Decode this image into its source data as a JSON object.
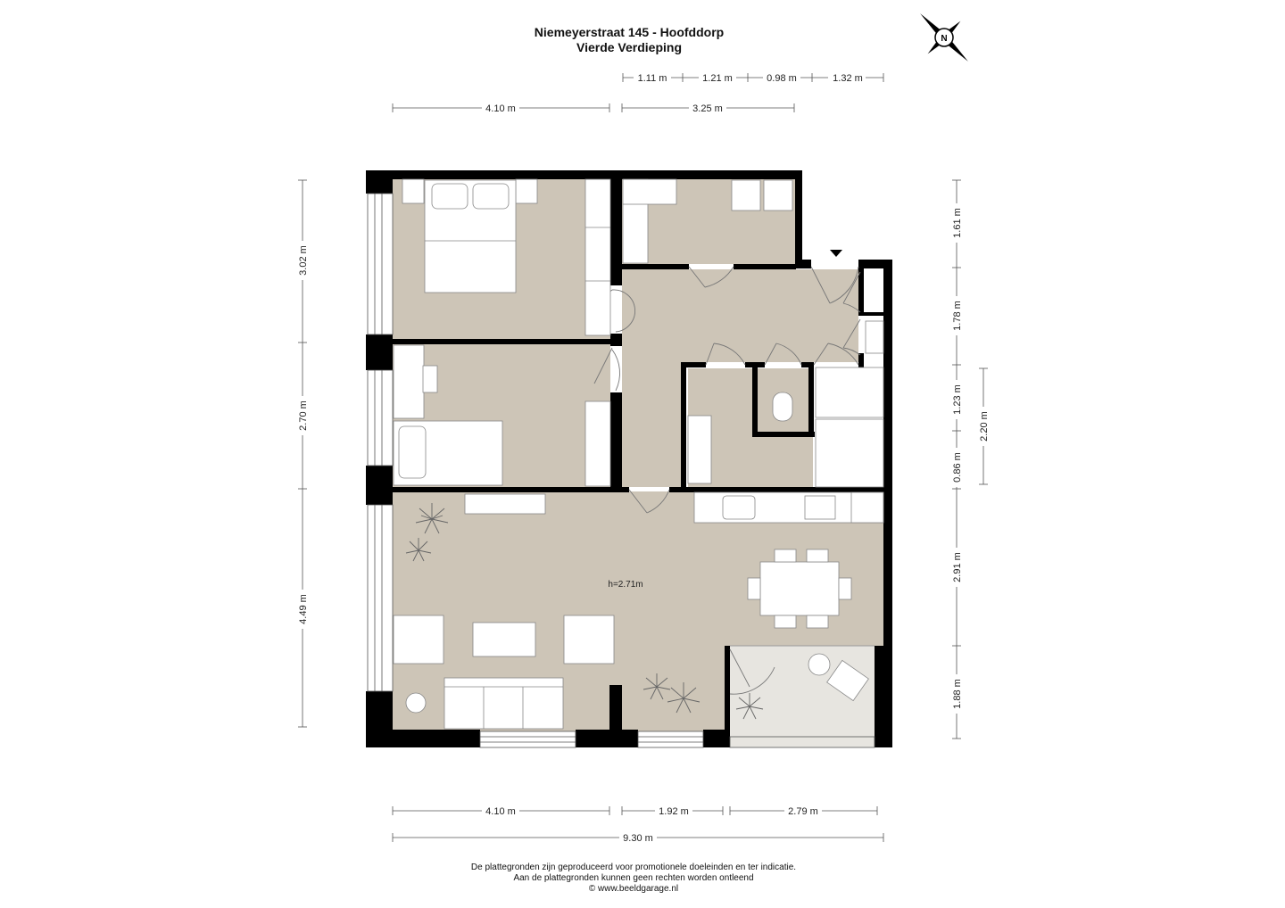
{
  "header": {
    "address": "Niemeyerstraat 145 - Hoofddorp",
    "floor": "Vierde Verdieping"
  },
  "dimensions": {
    "top_segments": [
      "1.11 m",
      "1.21 m",
      "0.98 m",
      "1.32 m"
    ],
    "top_main": [
      "4.10 m",
      "3.25 m"
    ],
    "left": [
      "3.02 m",
      "2.70 m",
      "4.49 m"
    ],
    "right": [
      "1.61 m",
      "1.78 m",
      "1.23 m",
      "0.86 m",
      "2.91 m",
      "1.88 m"
    ],
    "right_outer": "2.20 m",
    "bottom_segments": [
      "4.10 m",
      "1.92 m",
      "2.79 m"
    ],
    "bottom_total": "9.30 m"
  },
  "plan": {
    "ceiling_height": "h=2.71m",
    "colors": {
      "floor": "#cdc5b7",
      "wall": "#000000",
      "balcony": "#e7e5e0",
      "furniture": "#ffffff"
    }
  },
  "compass": {
    "icon": "north-arrow-icon",
    "letter": "N"
  },
  "footer": {
    "line1": "De plattegronden zijn geproduceerd voor promotionele doeleinden en ter indicatie.",
    "line2": "Aan de plattegronden kunnen geen rechten worden ontleend",
    "line3": "© www.beeldgarage.nl"
  }
}
